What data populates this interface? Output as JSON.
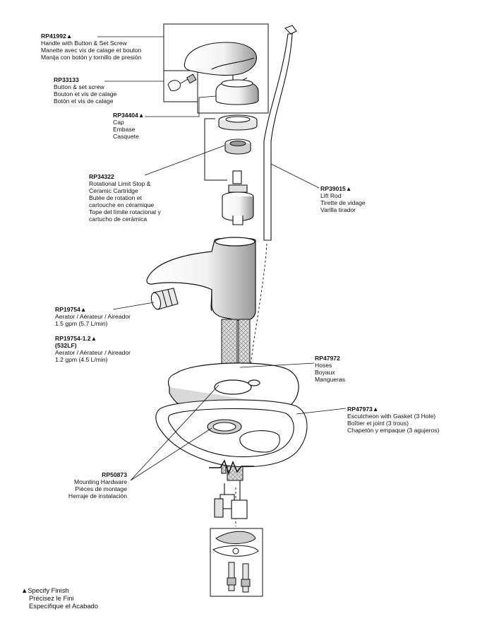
{
  "parts": [
    {
      "id": "rp41992",
      "number": "RP41992▲",
      "lines": [
        "Handle with Button & Set Screw",
        "Manette avec vis de calage et bouton",
        "Manija con botón y tornillo de presión"
      ]
    },
    {
      "id": "rp33133",
      "number": "RP33133",
      "lines": [
        "Button & set screw",
        "Bouton et vis de calage",
        "Botón et vis de calage"
      ]
    },
    {
      "id": "rp34404",
      "number": "RP34404▲",
      "lines": [
        "Cap",
        "Embase",
        "Casquete"
      ]
    },
    {
      "id": "rp34322",
      "number": "RP34322",
      "lines": [
        "Rotational Limit Stop &",
        "Ceramic Cartridge",
        "Butée de rotation et",
        "cartouche en céramique",
        "Tope del límite rotacional y",
        "cartucho de cerámica"
      ]
    },
    {
      "id": "rp39015",
      "number": "RP39015▲",
      "lines": [
        "Lift Rod",
        "Tirette de vidage",
        "Varilla tirador"
      ]
    },
    {
      "id": "rp19754",
      "number": "RP19754▲",
      "lines": [
        "Aerator / Aérateur / Aireador",
        "1.5 gpm (5.7 L/min)"
      ]
    },
    {
      "id": "rp19754-12",
      "number": "RP19754-1.2▲",
      "number2": "(532LF)",
      "lines": [
        "Aerator / Aérateur / Aireador",
        "1.2 gpm (4.5 L/min)"
      ]
    },
    {
      "id": "rp47972",
      "number": "RP47972",
      "lines": [
        "Hoses",
        "Boyaux",
        "Mangueras"
      ]
    },
    {
      "id": "rp47973",
      "number": "RP47973▲",
      "lines": [
        "Escutcheon with Gasket (3 Hole)",
        "Boîtier et joint (3 trous)",
        "Chapetón y empaque (3 agujeros)"
      ]
    },
    {
      "id": "rp50873",
      "number": "RP50873",
      "lines": [
        "Mounting Hardware",
        "Pièces de montage",
        "Herraje de instalación"
      ]
    }
  ],
  "legend": [
    "▲Specify Finish",
    "Précisez le Fini",
    "Específique el Acabado"
  ],
  "colors": {
    "line": "#111111",
    "fill": "#ffffff",
    "shade": "#cfcfcf",
    "hose": "#bdbdbd"
  }
}
